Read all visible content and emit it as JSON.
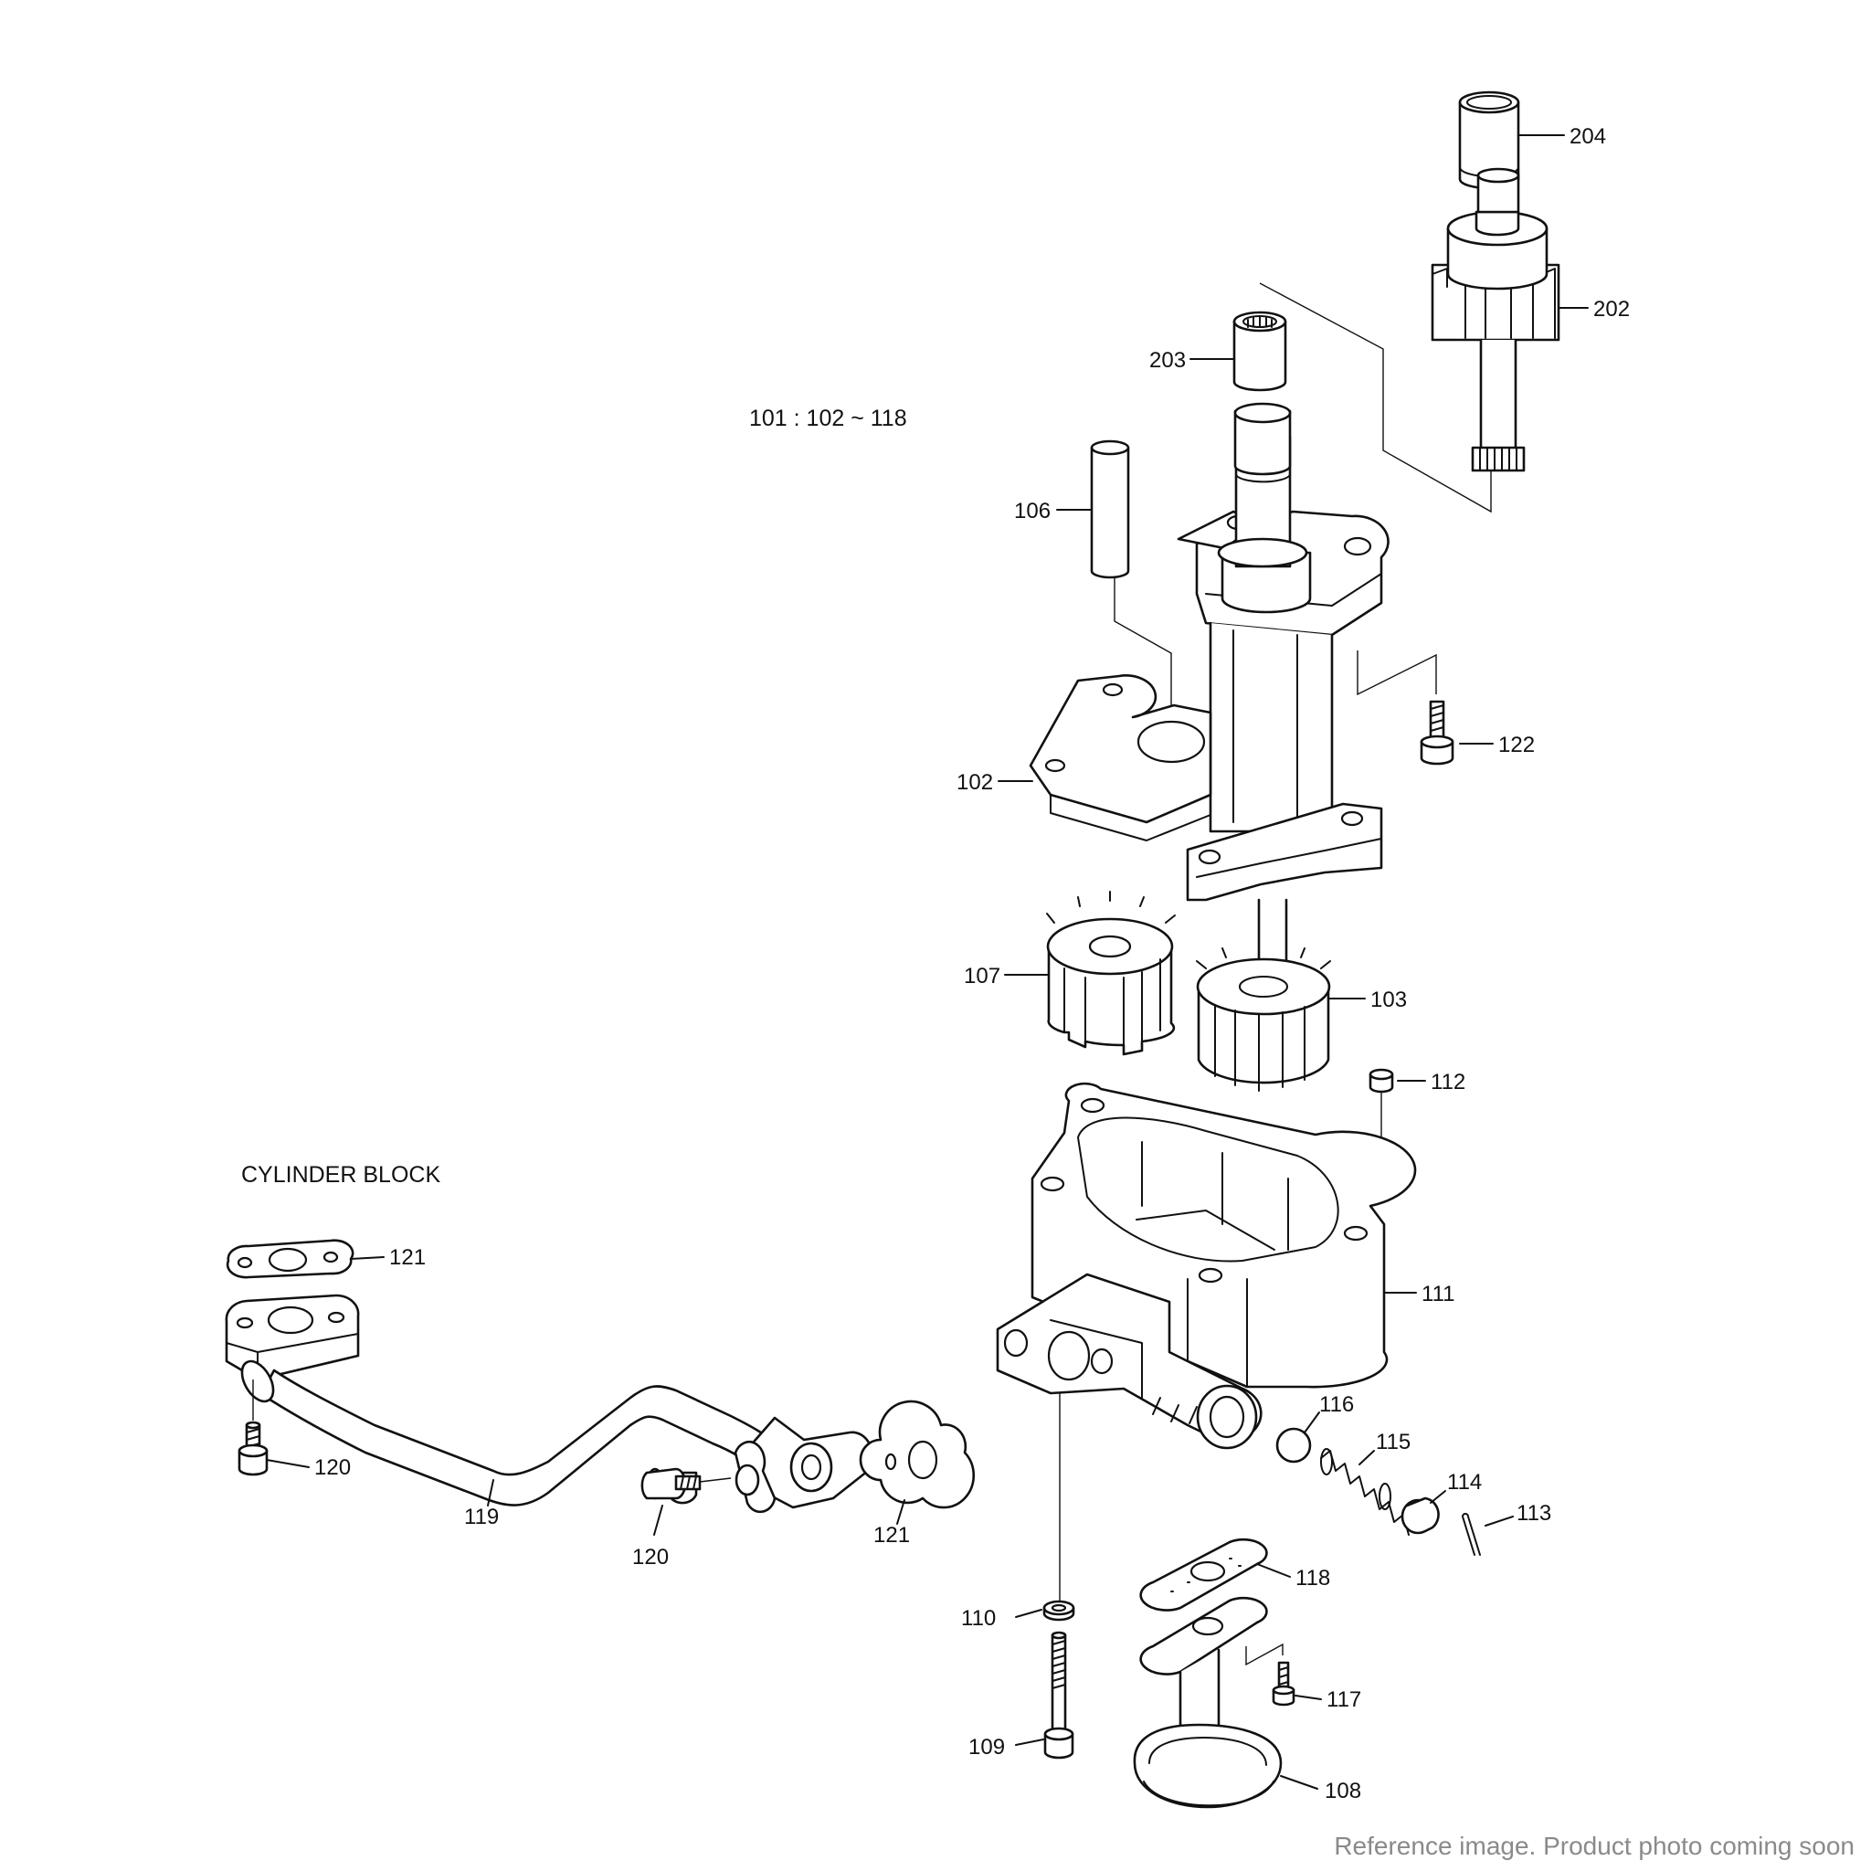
{
  "labels": {
    "p204": "204",
    "p202": "202",
    "p203": "203",
    "assembly_note": "101 : 102 ~ 118",
    "p106": "106",
    "p122": "122",
    "p102": "102",
    "p107": "107",
    "p103": "103",
    "p112": "112",
    "cylinder_block": "CYLINDER BLOCK",
    "p121_top": "121",
    "p111": "111",
    "p116": "116",
    "p115": "115",
    "p114": "114",
    "p113": "113",
    "p120_left": "120",
    "p119": "119",
    "p120_mid": "120",
    "p121_right": "121",
    "p118": "118",
    "p110": "110",
    "p117": "117",
    "p109": "109",
    "p108": "108"
  },
  "footer_note": "Reference image. Product photo coming soon",
  "colors": {
    "line": "#111111",
    "background": "#ffffff",
    "footer_text": "#8a8a8a"
  }
}
